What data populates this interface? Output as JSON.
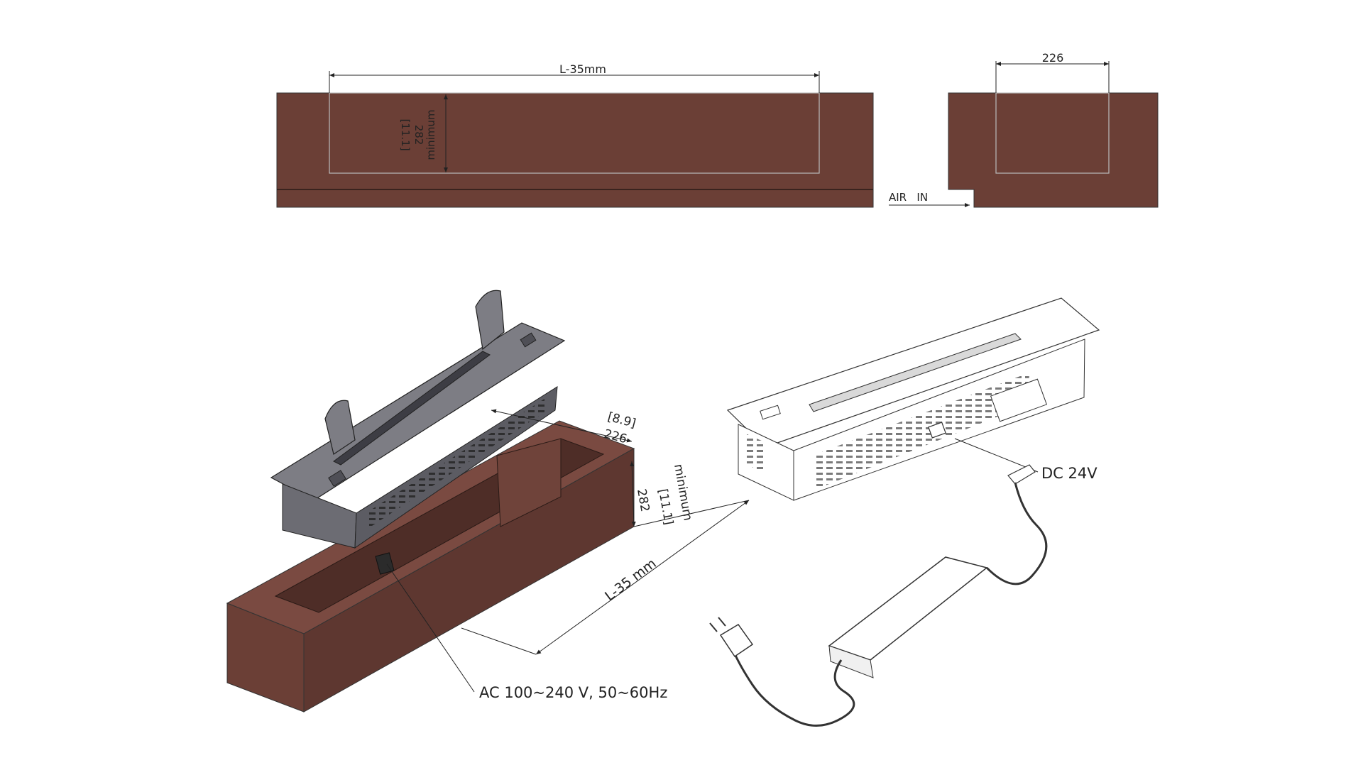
{
  "labels": {
    "top_length": "L-35mm",
    "top_height_bracket": "[11.1]",
    "top_height_value": "282",
    "top_height_note": "minimum",
    "side_width": "226",
    "air_in": "AIR   IN",
    "iso_width_bracket": "[8.9]",
    "iso_width_value": "226",
    "iso_height_note": "minimum",
    "iso_height_bracket": "[11.1]",
    "iso_height_value": "282",
    "iso_length": "L-35 mm",
    "ac_power": "AC 100~240 V, 50~60Hz",
    "dc_power": "DC 24V"
  },
  "colors": {
    "brick": "#6b3f36",
    "brick_light": "#7a4a41",
    "brick_side": "#5e3730",
    "steel": "#7d7d84",
    "steel_dark": "#4f4f56",
    "line": "#222222",
    "outline": "#333333"
  }
}
